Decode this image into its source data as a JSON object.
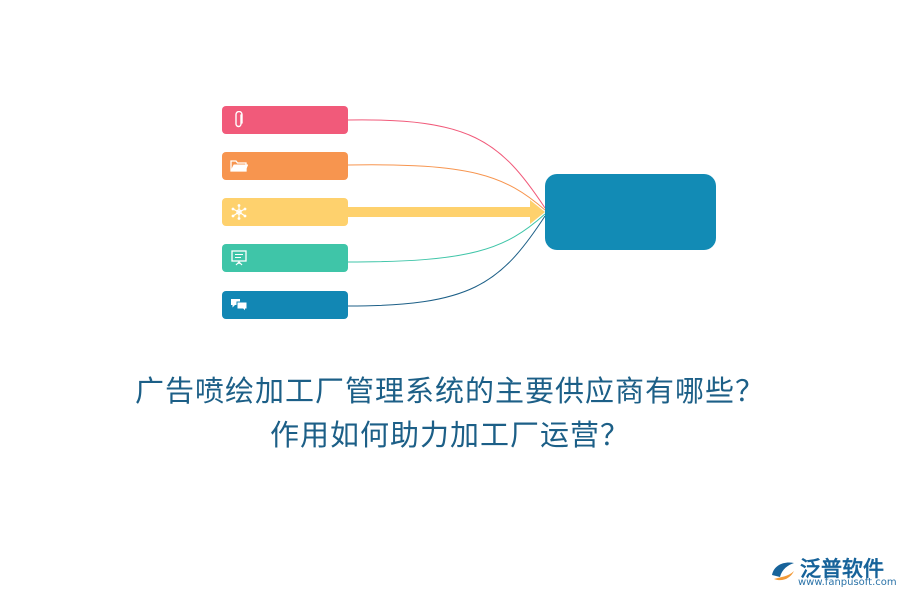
{
  "colors": {
    "item_1": "#f15a7a",
    "item_2": "#f7954f",
    "item_3": "#fed16d",
    "item_4": "#3fc5a8",
    "item_5": "#1287b4",
    "hub": "#128bb5",
    "title": "#1c5f87",
    "brand": "#17639a"
  },
  "diagram": {
    "items": [
      {
        "icon": "paperclip-icon"
      },
      {
        "icon": "folder-icon"
      },
      {
        "icon": "network-icon"
      },
      {
        "icon": "presentation-icon"
      },
      {
        "icon": "chat-icon"
      }
    ]
  },
  "title": {
    "line1": "广告喷绘加工厂管理系统的主要供应商有哪些？",
    "line2": "作用如何助力加工厂运营？"
  },
  "brand": {
    "name": "泛普软件",
    "url": "www.fanpusoft.com"
  }
}
